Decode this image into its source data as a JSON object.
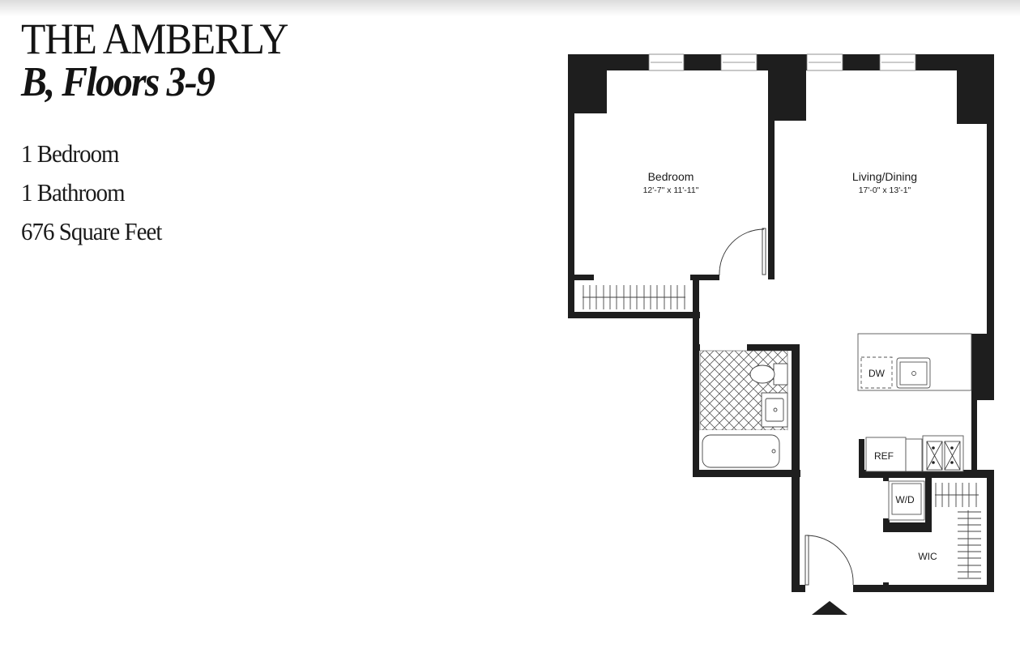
{
  "header": {
    "title": "THE AMBERLY",
    "subtitle": "B, Floors 3-9"
  },
  "specs": {
    "bedrooms": "1 Bedroom",
    "bathrooms": "1 Bathroom",
    "area": "676 Square Feet"
  },
  "floorplan": {
    "wall_color": "#1e1e1e",
    "rooms": {
      "bedroom": {
        "name": "Bedroom",
        "dimensions": "12'-7\" x 11'-11\""
      },
      "living": {
        "name": "Living/Dining",
        "dimensions": "17'-0\" x 13'-1\""
      },
      "walk_in_closet": {
        "name": "WIC"
      }
    },
    "appliances": {
      "dishwasher": "DW",
      "refrigerator": "REF",
      "washer_dryer": "W/D"
    },
    "icons": {
      "entry": "entry-arrow-icon"
    }
  }
}
